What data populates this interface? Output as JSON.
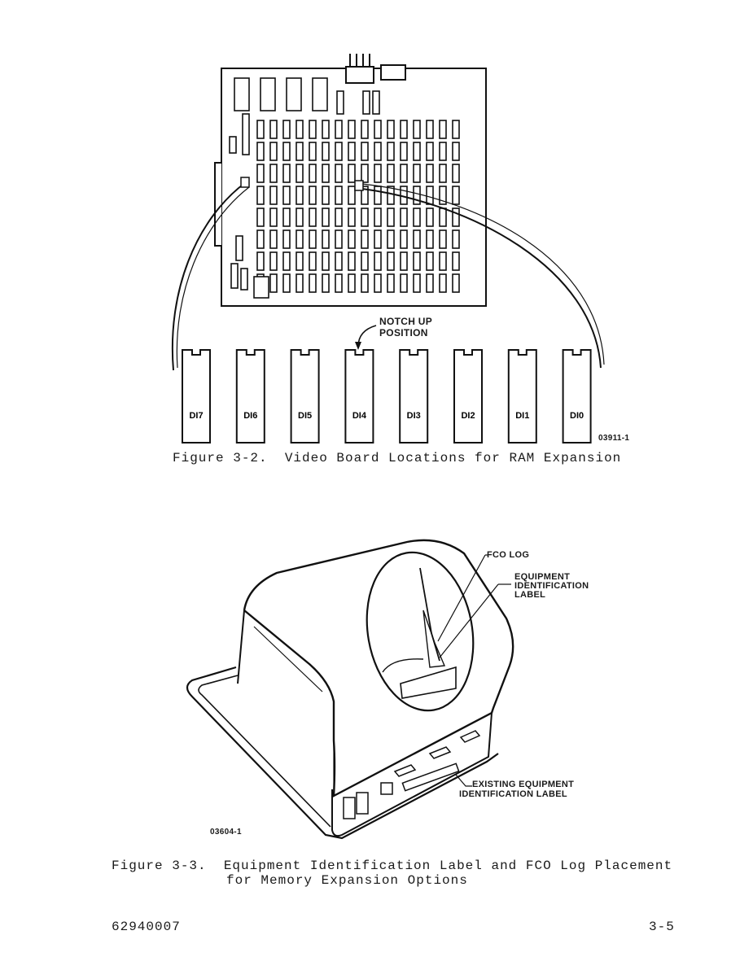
{
  "figure_3_2": {
    "caption": "Figure 3-2.  Video Board Locations for RAM Expansion",
    "notch_label_line1": "NOTCH UP",
    "notch_label_line2": "POSITION",
    "drawing_code": "03911-1",
    "chips": [
      "DI7",
      "DI6",
      "DI5",
      "DI4",
      "DI3",
      "DI2",
      "DI1",
      "DI0"
    ]
  },
  "figure_3_3": {
    "caption_line1": "Figure 3-3.  Equipment Identification Label and FCO Log Placement",
    "caption_line2": "for Memory Expansion Options",
    "callout_fco": "FCO LOG",
    "callout_equip_1": "EQUIPMENT",
    "callout_equip_2": "IDENTIFICATION",
    "callout_equip_3": "LABEL",
    "callout_existing_1": "EXISTING EQUIPMENT",
    "callout_existing_2": "IDENTIFICATION LABEL",
    "drawing_code": "03604-1"
  },
  "footer": {
    "doc_number": "62940007",
    "page_number": "3-5"
  }
}
